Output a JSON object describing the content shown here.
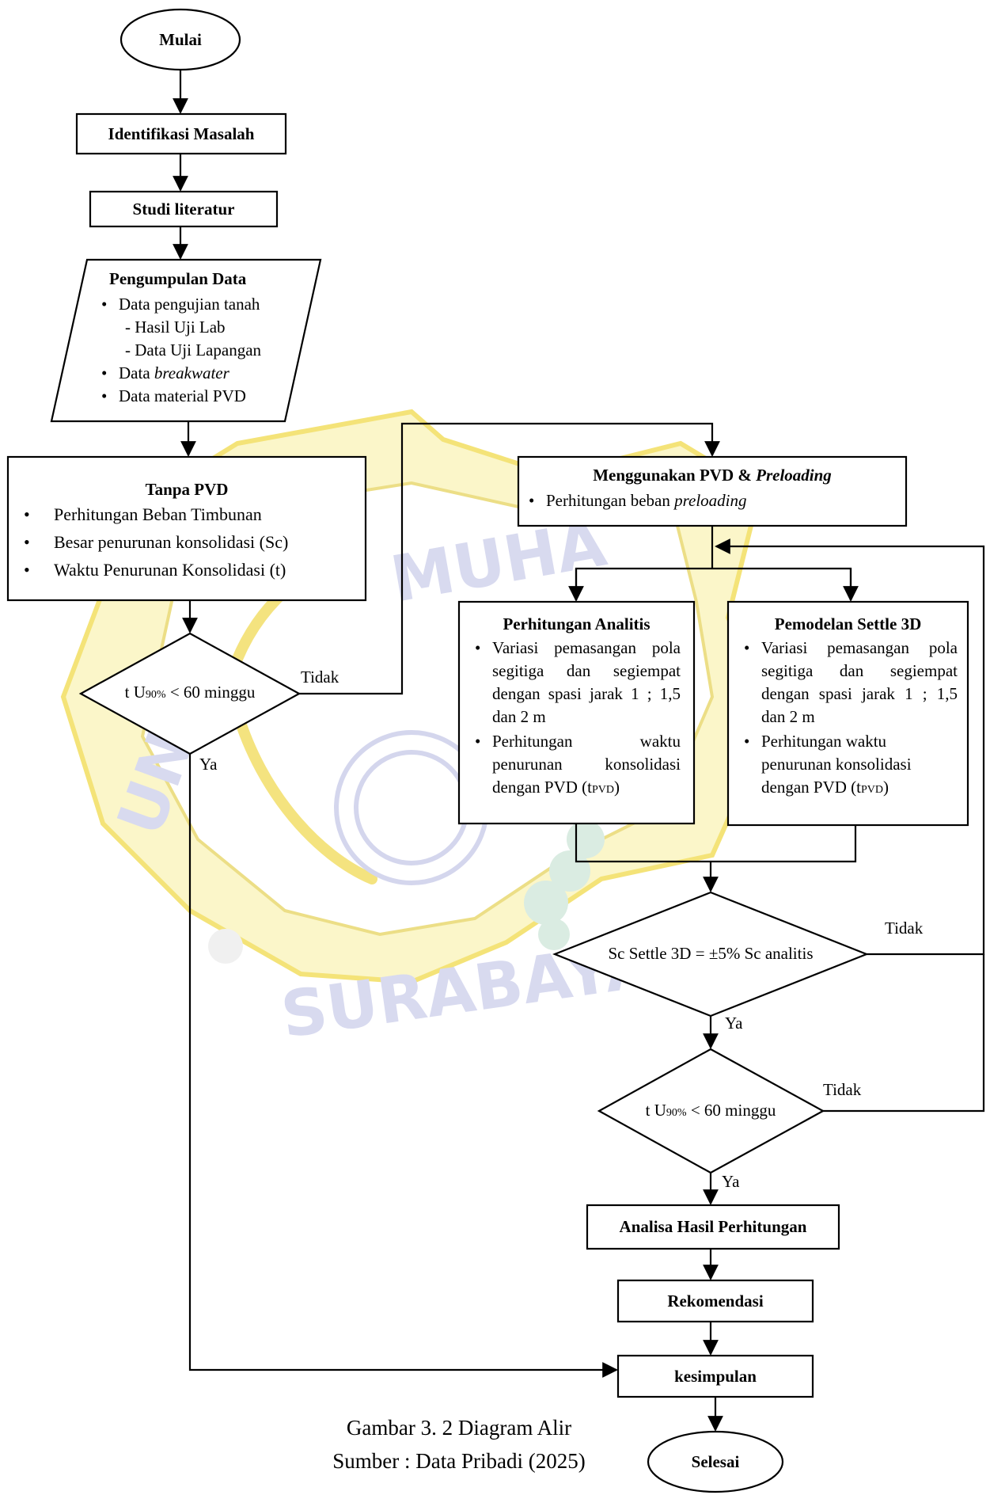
{
  "start": {
    "label": "Mulai"
  },
  "identifikasi": {
    "label": "Identifikasi Masalah"
  },
  "studi": {
    "label": "Studi literatur"
  },
  "pengumpulan": {
    "title": "Pengumpulan Data",
    "item1": "Data pengujian tanah",
    "sub1": "- Hasil Uji Lab",
    "sub2": "- Data Uji Lapangan",
    "item2_prefix": "Data ",
    "item2_italic": "breakwater",
    "item3": "Data material PVD"
  },
  "tanpa_pvd": {
    "title": "Tanpa PVD",
    "items": [
      "Perhitungan Beban Timbunan",
      "Besar penurunan konsolidasi (Sc)",
      "Waktu Penurunan Konsolidasi  (t)"
    ]
  },
  "decision1": {
    "prefix": "t U",
    "sub": "90%",
    "suffix": " < 60 minggu"
  },
  "pvd_preloading": {
    "title_prefix": "Menggunakan PVD & ",
    "title_italic": "Preloading",
    "item_prefix": "Perhitungan beban ",
    "item_italic": "preloading"
  },
  "analitis": {
    "title": "Perhitungan Analitis",
    "item1": "Variasi pemasangan pola segitiga dan segiempat dengan spasi jarak 1 ; 1,5 dan 2 m",
    "item2_prefix": "Perhitungan waktu penurunan konsolidasi dengan PVD (t",
    "item2_sub": "PVD",
    "item2_suffix": ")"
  },
  "settle3d": {
    "title": "Pemodelan Settle 3D",
    "item1": "Variasi pemasangan pola segitiga dan segiempat dengan spasi jarak 1 ; 1,5 dan 2 m",
    "item2_prefix": "Perhitungan waktu penurunan konsolidasi dengan PVD (t",
    "item2_sub": "PVD",
    "item2_suffix": ")"
  },
  "decision2": {
    "label": "Sc Settle 3D = ±5% Sc analitis"
  },
  "decision3": {
    "prefix": "t U",
    "sub": "90%",
    "suffix": " < 60 minggu"
  },
  "analisa": {
    "label": "Analisa Hasil Perhitungan"
  },
  "rekomendasi": {
    "label": "Rekomendasi"
  },
  "kesimpulan": {
    "label": "kesimpulan"
  },
  "end": {
    "label": "Selesai"
  },
  "edge_labels": {
    "tidak": "Tidak",
    "ya": "Ya"
  },
  "caption": {
    "line1": "Gambar 3. 2 Diagram Alir",
    "line2": "Sumber : Data Pribadi (2025)"
  },
  "watermark": {
    "text_top": "UNIVERSITAS MUHAMMADIYAH",
    "text_bottom": "SURABAYA",
    "colors": {
      "gold": "#f5e36a",
      "blue": "#c7cbea",
      "green": "#c9ecd9"
    }
  }
}
